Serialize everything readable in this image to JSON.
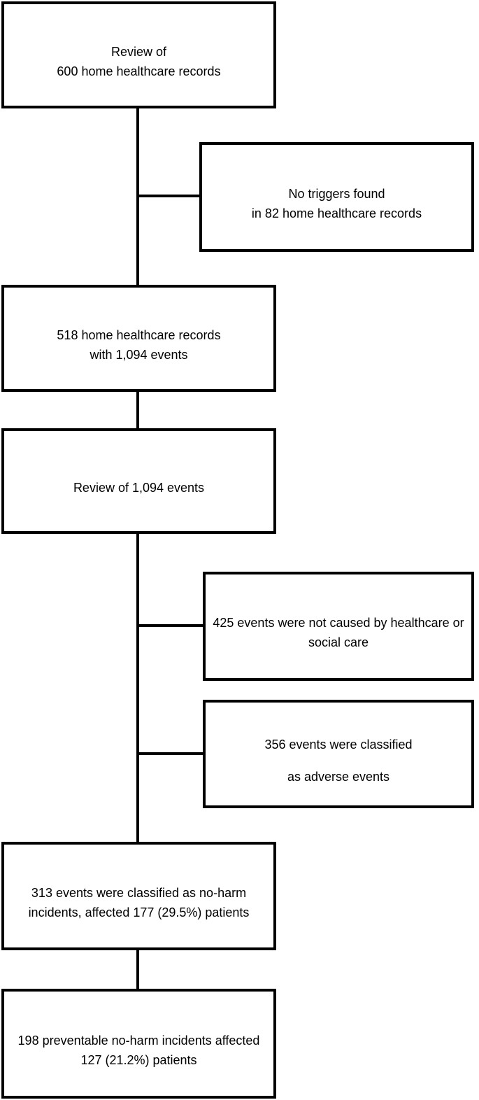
{
  "diagram": {
    "type": "flowchart",
    "description": "Review flow of home healthcare records and classification of events",
    "colors": {
      "border": "#000000",
      "background": "#ffffff",
      "text": "#000000"
    },
    "boxes": [
      {
        "id": "review-600",
        "column": "main",
        "lines": [
          "Review of",
          "600 home healthcare records"
        ]
      },
      {
        "id": "no-triggers",
        "column": "side",
        "lines": [
          "No triggers found",
          "in 82 home healthcare records"
        ]
      },
      {
        "id": "records-518",
        "column": "main",
        "lines": [
          "518 home healthcare records",
          "with 1,094 events"
        ]
      },
      {
        "id": "review-events",
        "column": "main",
        "lines": [
          "Review of 1,094 events"
        ]
      },
      {
        "id": "not-caused",
        "column": "side",
        "lines": [
          "425 events were not caused by healthcare or",
          "social care"
        ]
      },
      {
        "id": "adverse",
        "column": "side",
        "lines": [
          "356 events were classified",
          "as adverse events"
        ]
      },
      {
        "id": "no-harm",
        "column": "main",
        "lines": [
          "313 events were classified as no-harm",
          "incidents, affected 177 (29.5%) patients"
        ]
      },
      {
        "id": "preventable",
        "column": "main",
        "lines": [
          "198 preventable no-harm incidents affected",
          "127 (21.2%) patients"
        ]
      }
    ],
    "edges": [
      {
        "from": "review-600",
        "to": "records-518"
      },
      {
        "from": "review-600",
        "to": "no-triggers"
      },
      {
        "from": "records-518",
        "to": "review-events"
      },
      {
        "from": "review-events",
        "to": "no-harm"
      },
      {
        "from": "review-events",
        "to": "not-caused"
      },
      {
        "from": "review-events",
        "to": "adverse"
      },
      {
        "from": "no-harm",
        "to": "preventable"
      }
    ]
  }
}
